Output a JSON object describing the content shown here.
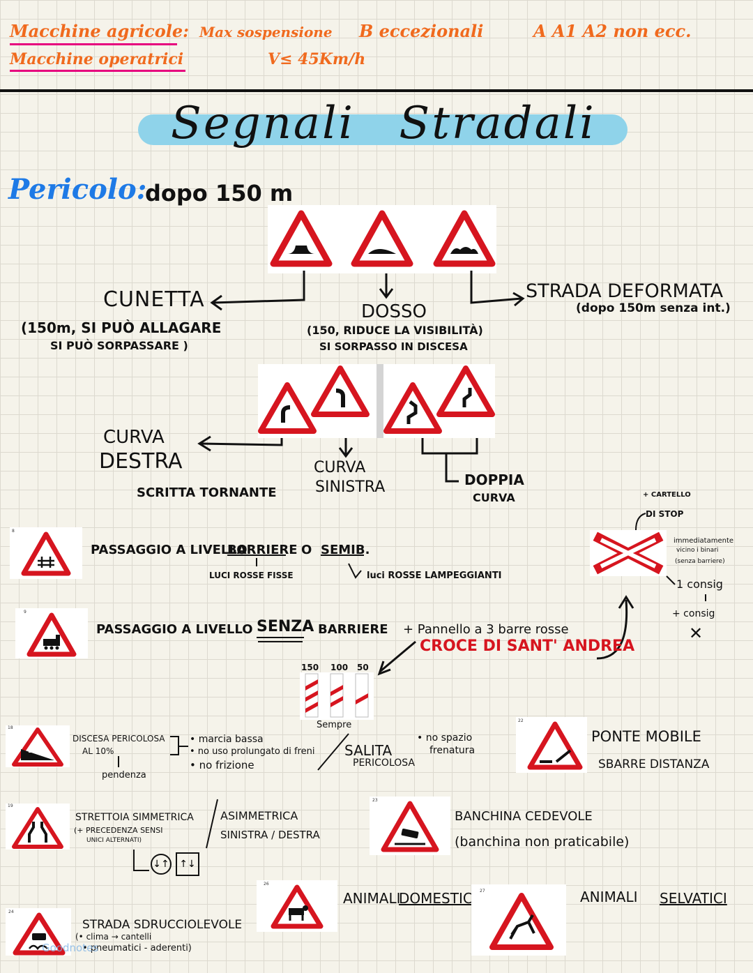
{
  "header": {
    "line1_left": "Macchine agricole:",
    "line1_mid": "Max sospensione",
    "line1_b": "B eccezionali",
    "line1_right": "A A1 A2 non ecc.",
    "line2_left": "Macchine operatrici",
    "line2_mid": "V≤ 45Km/h"
  },
  "title": "Segnali Stradali",
  "section": {
    "label": "Pericolo:",
    "note": "dopo 150 m"
  },
  "row1": {
    "cunetta": "CUNETTA",
    "cunetta_note1": "(150m, SI PUÒ ALLAGARE",
    "cunetta_note2": "SI PUÒ SORPASSARE )",
    "dosso": "DOSSO",
    "dosso_note1": "(150, RIDUCE LA VISIBILITÀ)",
    "dosso_note2": "SI SORPASSO IN DISCESA",
    "deformata": "STRADA DEFORMATA",
    "deformata_note": "(dopo 150m senza int.)"
  },
  "row2": {
    "curva_destra_1": "CURVA",
    "curva_destra_2": "DESTRA",
    "scritta": "SCRITTA TORNANTE",
    "curva_sinistra_1": "CURVA",
    "curva_sinistra_2": "SINISTRA",
    "doppia_1": "DOPPIA",
    "doppia_2": "CURVA"
  },
  "level_crossing": {
    "num1": "8",
    "text1a": "PASSAGGIO A LIVELLO",
    "barriere": "BARRIERE",
    "o": "O",
    "semib": "SEMIB.",
    "luci_fisse": "LUCI ROSSE FISSE",
    "luci_lamp": "luci ROSSE LAMPEGGIANTI",
    "num2": "9",
    "text2a": "PASSAGGIO A LIVELLO",
    "senza": "SENZA",
    "text2b": "BARRIERE",
    "pannello": "+ Pannello a 3 barre rosse",
    "croce": "CROCE DI SANT' ANDREA",
    "cartello1": "+ CARTELLO",
    "cartello2": "DI STOP",
    "immediate1": "immediatamente",
    "immediate2": "vicino i binari",
    "immediate3": "(senza barriere)",
    "consig1": "1 consig",
    "consig2": "+ consig",
    "dist_150": "150",
    "dist_100": "100",
    "dist_50": "50",
    "sempre": "Sempre"
  },
  "discesa": {
    "num": "18",
    "badge": "10%",
    "t1": "DISCESA PERICOLOSA",
    "t2": "AL 10%",
    "t3": "pendenza",
    "b1": "• marcia bassa",
    "b2": "• no uso prolungato di freni",
    "b3": "• no frizione",
    "salita1": "SALITA",
    "salita2": "PERICOLOSA",
    "nospazio1": "• no spazio",
    "nospazio2": "frenatura"
  },
  "ponte": {
    "num": "22",
    "t1": "PONTE MOBILE",
    "t2": "SBARRE DISTANZA"
  },
  "strettoia": {
    "num": "19",
    "t1": "STRETTOIA SIMMETRICA",
    "t2": "(+ PRECEDENZA SENSI",
    "t3": "UNICI ALTERNATI)",
    "t4": "ASIMMETRICA",
    "t5": "SINISTRA / DESTRA"
  },
  "banchina": {
    "num": "23",
    "t1": "BANCHINA CEDEVOLE",
    "t2": "(banchina non praticabile)"
  },
  "animali": {
    "num1": "26",
    "domestici1": "ANIMALI",
    "domestici2": "DOMESTICI",
    "num2": "27",
    "selvatici1": "ANIMALI",
    "selvatici2": "SELVATICI"
  },
  "sdrucciolevole": {
    "num": "24",
    "t1": "STRADA SDRUCCIOLEVOLE",
    "t2": "(• clima → cantelli",
    "t3": "• pneumatici - aderenti)"
  },
  "watermark": "Goodnotes",
  "colors": {
    "orange": "#f06a1e",
    "magenta": "#e6007e",
    "blue": "#1e7ae6",
    "red": "#d6151f",
    "highlight": "#8fd3ea"
  }
}
